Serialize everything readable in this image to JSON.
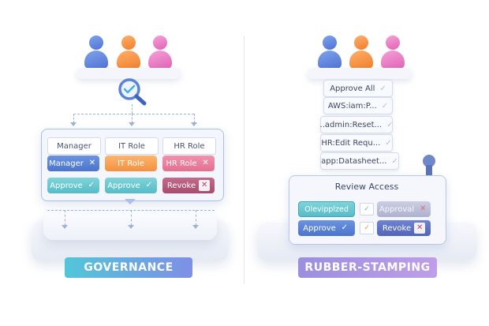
{
  "governance": {
    "columns": [
      {
        "header": "Manager",
        "role_label": "Manager",
        "action_label": "Approve"
      },
      {
        "header": "IT Role",
        "role_label": "IT Role",
        "action_label": "Approve"
      },
      {
        "header": "HR Role",
        "role_label": "HR Role",
        "action_label": "Revoke"
      }
    ],
    "badge": "GOVERNANCE"
  },
  "rubber_stamping": {
    "stack": [
      "Approve All",
      "AWS:iam:P...",
      "..admin:Reset...",
      "HR:Edit Requ...",
      "app:Datasheet..."
    ],
    "panel_title": "Review Access",
    "row1": {
      "left": "Olevipplzed",
      "right": "Approval"
    },
    "row2": {
      "left": "Approve",
      "right": "Revoke"
    },
    "badge": "RUBBER-STAMPING"
  },
  "icons": {
    "check": "✓",
    "cross": "✕",
    "magnifier": "magnifier-check-icon",
    "stamp": "rubber-stamp-icon"
  },
  "colors": {
    "blue": "#4c74cc",
    "orange": "#f3913f",
    "pink": "#e3708f",
    "teal": "#56bcc7",
    "revoke": "#a84c6d"
  }
}
